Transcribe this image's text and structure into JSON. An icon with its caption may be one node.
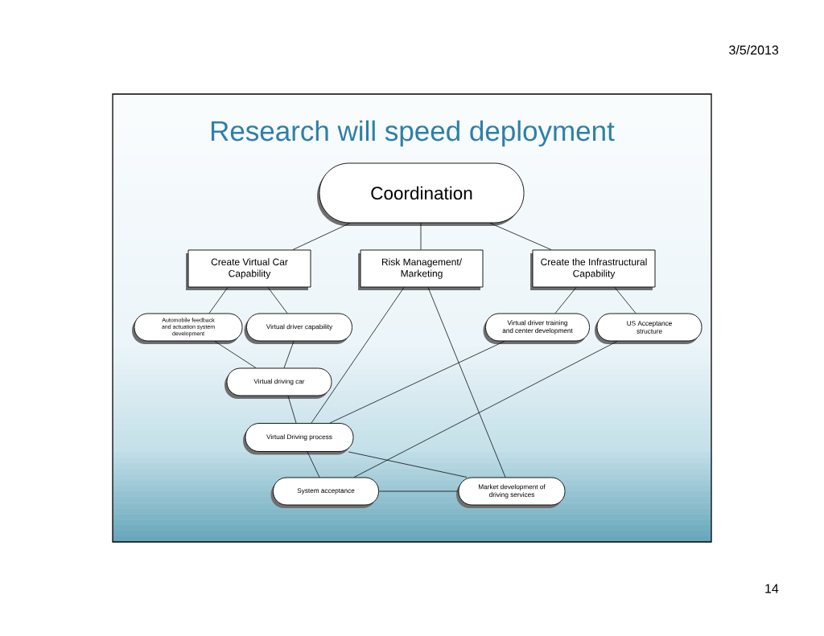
{
  "diagram": {
    "title": "Research will speed deployment",
    "nodes": [
      {
        "text": [
          "Coordination"
        ]
      },
      {
        "text": [
          "Create Virtual Car Capability"
        ]
      },
      {
        "text": [
          "Risk Management/ Marketing"
        ]
      },
      {
        "text": [
          "Create the Infrastructural Capability"
        ]
      },
      {
        "text": [
          "Automobile feedback and actuation system development"
        ]
      },
      {
        "text": [
          "Virtual driver capability"
        ]
      },
      {
        "text": [
          "Virtual driver training and center development"
        ]
      },
      {
        "text": [
          "US Acceptance structure"
        ]
      },
      {
        "text": [
          "Virtual driving car"
        ]
      },
      {
        "text": [
          "Virtual Driving process"
        ]
      },
      {
        "text": [
          "System acceptance"
        ]
      },
      {
        "text": [
          "Market development of driving services"
        ]
      }
    ],
    "edges": [
      {
        "from": 0,
        "to": 1,
        "arrow": "none"
      },
      {
        "from": 0,
        "to": 2,
        "arrow": "none"
      },
      {
        "from": 0,
        "to": 3,
        "arrow": "none"
      },
      {
        "from": 1,
        "to": 4,
        "arrow": "none"
      },
      {
        "from": 1,
        "to": 5,
        "arrow": "none"
      },
      {
        "from": 3,
        "to": 6,
        "arrow": "none"
      },
      {
        "from": 3,
        "to": 7,
        "arrow": "none"
      },
      {
        "from": 4,
        "to": 8,
        "arrow": "none"
      },
      {
        "from": 5,
        "to": 8,
        "arrow": "none"
      },
      {
        "from": 8,
        "to": 9,
        "arrow": "none"
      },
      {
        "from": 2,
        "to": 9,
        "arrow": "none"
      },
      {
        "from": 6,
        "to": 9,
        "arrow": "none"
      },
      {
        "from": 9,
        "to": 10,
        "arrow": "none"
      },
      {
        "from": 9,
        "to": 11,
        "arrow": "none"
      },
      {
        "from": 2,
        "to": 11,
        "arrow": "none"
      },
      {
        "from": 7,
        "to": 10,
        "arrow": "none"
      },
      {
        "from": 10,
        "to": 11,
        "arrow": "none"
      }
    ],
    "labels": [
      "3/5/2013",
      "14"
    ]
  }
}
